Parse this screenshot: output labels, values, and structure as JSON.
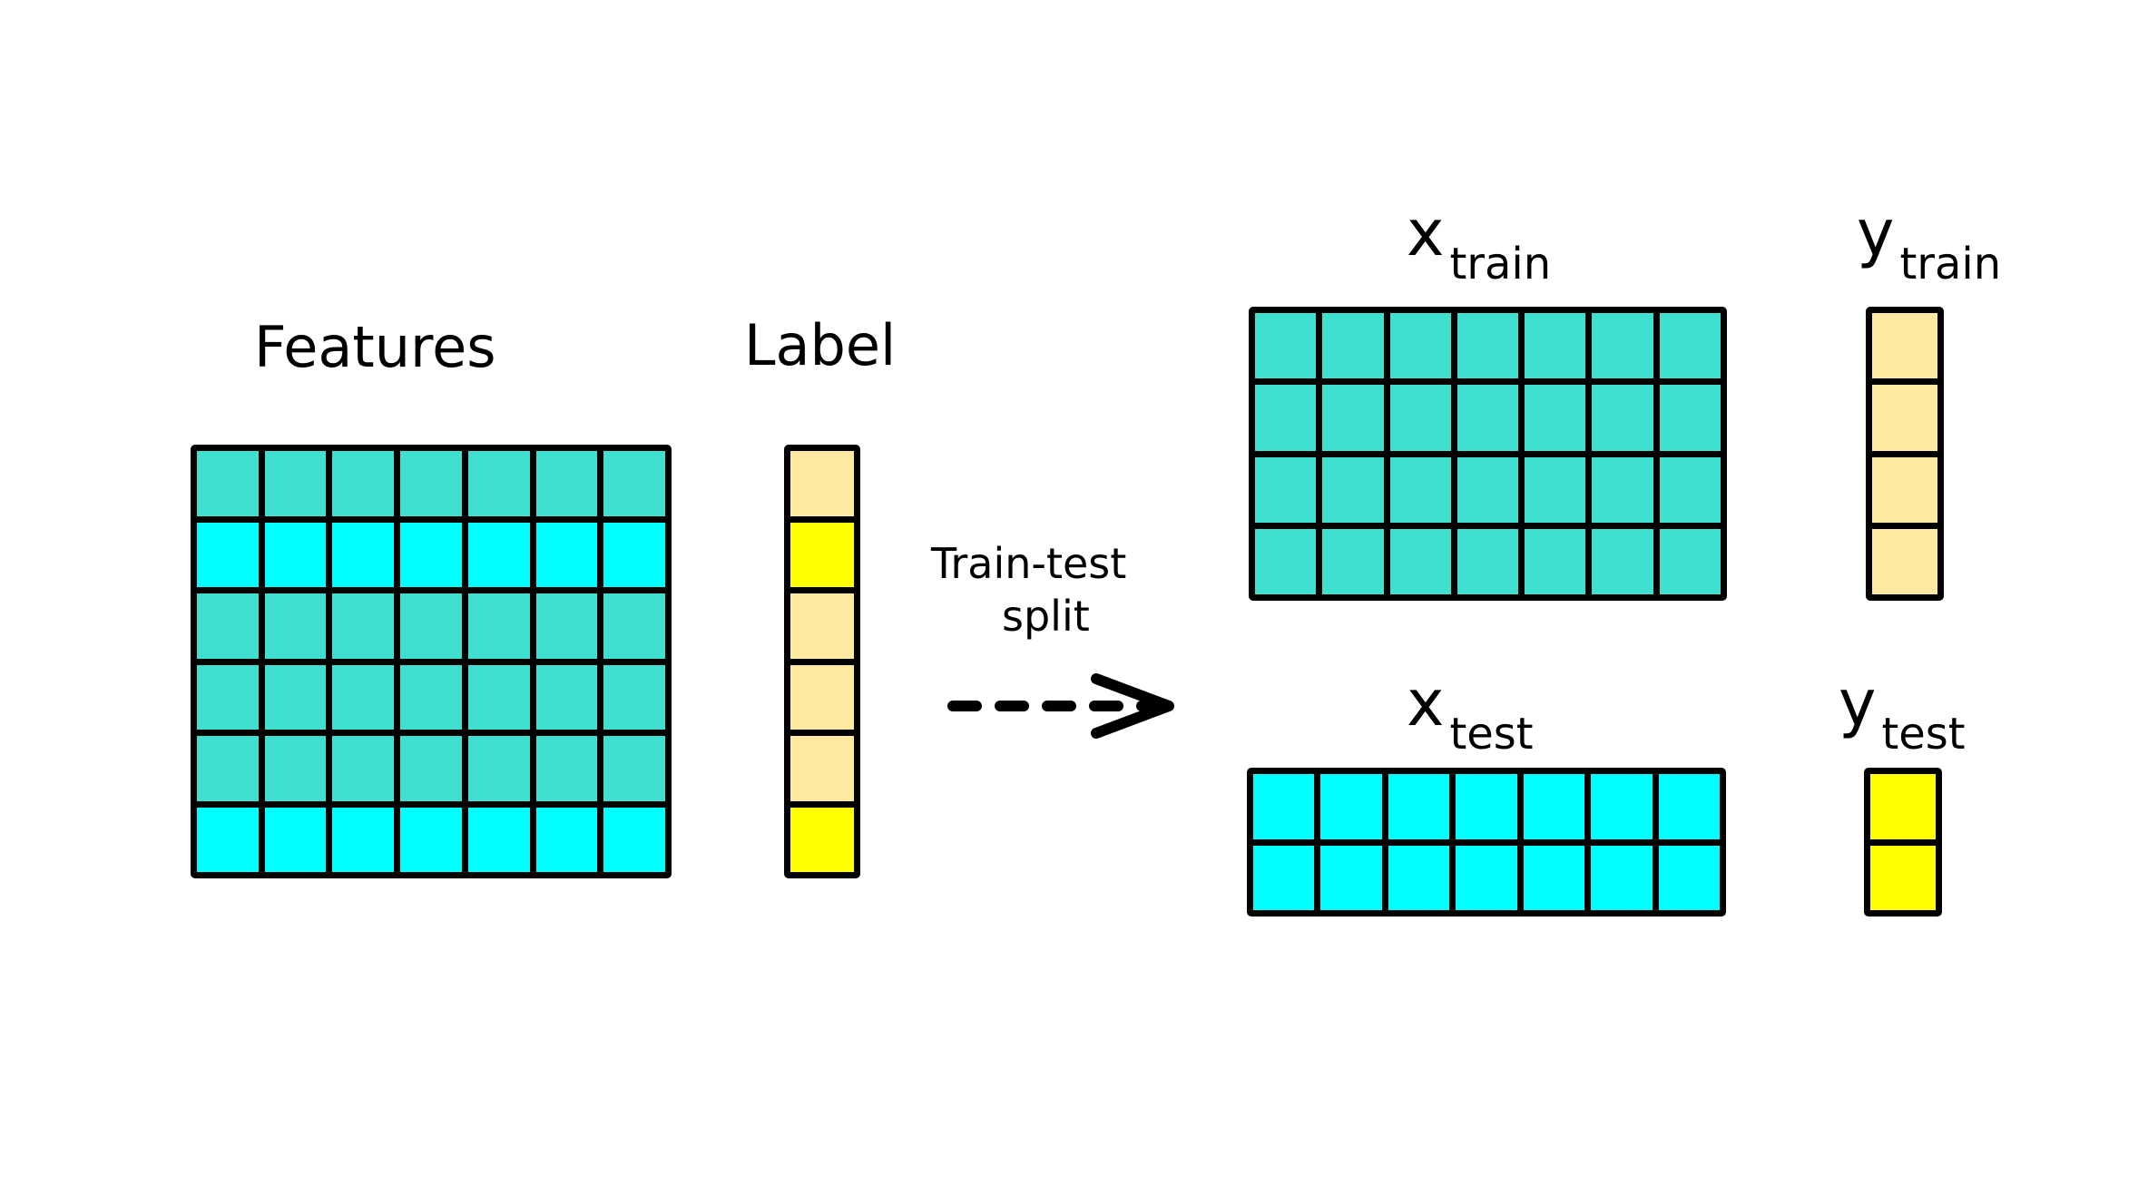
{
  "colors": {
    "teal": "#40E0D0",
    "cyan": "#00FFFF",
    "pale_yellow": "#FFE9A0",
    "yellow": "#FFFF00",
    "outline": "#000000",
    "background": "#FFFFFF"
  },
  "left": {
    "features_title": "Features",
    "label_title": "Label",
    "features_row_colors": [
      "teal",
      "cyan",
      "teal",
      "teal",
      "teal",
      "cyan"
    ],
    "label_row_colors": [
      "pale_yellow",
      "yellow",
      "pale_yellow",
      "pale_yellow",
      "pale_yellow",
      "yellow"
    ],
    "features_columns": 7
  },
  "arrow": {
    "line1": "Train-test",
    "line2": "split",
    "icon": "dashed-arrow-right-icon"
  },
  "right": {
    "x_train": {
      "symbol": "x",
      "subscript": "train",
      "rows": 4,
      "columns": 7,
      "color": "teal"
    },
    "y_train": {
      "symbol": "y",
      "subscript": "train",
      "rows": 4,
      "columns": 1,
      "color": "pale_yellow"
    },
    "x_test": {
      "symbol": "x",
      "subscript": "test",
      "rows": 2,
      "columns": 7,
      "color": "cyan"
    },
    "y_test": {
      "symbol": "y",
      "subscript": "test",
      "rows": 2,
      "columns": 1,
      "color": "yellow"
    }
  }
}
